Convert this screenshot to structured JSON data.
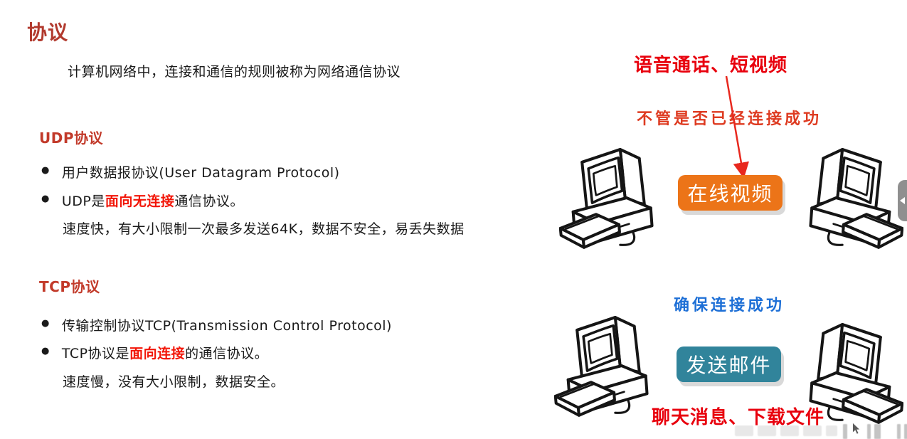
{
  "page": {
    "title": "协议",
    "intro": "计算机网络中，连接和通信的规则被称为网络通信协议"
  },
  "bullets": {
    "glyph": "●"
  },
  "udp": {
    "heading": "UDP协议",
    "bullet1": "用户数据报协议(User Datagram Protocol)",
    "bullet2": {
      "prefix": "UDP是",
      "highlight": "面向无连接",
      "suffix": "通信协议。"
    },
    "note": "速度快，有大小限制一次最多发送64K，数据不安全，易丢失数据"
  },
  "tcp": {
    "heading": "TCP协议",
    "bullet1": "传输控制协议TCP(Transmission Control Protocol)",
    "bullet2": {
      "prefix": "TCP协议是",
      "highlight": "面向连接",
      "suffix": "的通信协议。"
    },
    "note": "速度慢，没有大小限制，数据安全。"
  },
  "diagram": {
    "top": {
      "caption": "语音通话、短视频",
      "note": "不管是否已经连接成功",
      "button": "在线视频"
    },
    "bottom": {
      "note": "确保连接成功",
      "button": "发送邮件",
      "caption": "聊天消息、下载文件"
    }
  },
  "colors": {
    "title_red": "#B23A2E",
    "section_red": "#C23A2A",
    "highlight_red": "#F21507",
    "caption_red": "#E8000D",
    "note_orange": "#DE3B21",
    "note_blue": "#1D6FD6",
    "button_orange": "#EC7418",
    "button_teal": "#31849B",
    "arrow_red": "#E8281E"
  }
}
